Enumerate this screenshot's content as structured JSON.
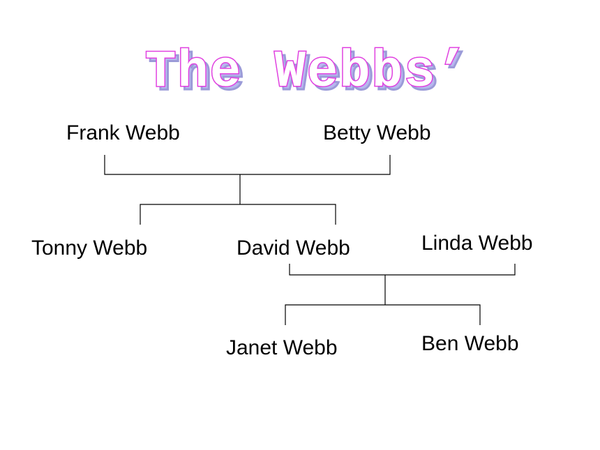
{
  "title": "The Webbs’",
  "members": {
    "frank": "Frank Webb",
    "betty": "Betty Webb",
    "tonny": "Tonny Webb",
    "david": "David Webb",
    "linda": "Linda Webb",
    "janet": "Janet Webb",
    "ben": "Ben Webb"
  },
  "colors": {
    "title_outline": "#e040e0",
    "title_shadow": "#b7b7ee"
  }
}
